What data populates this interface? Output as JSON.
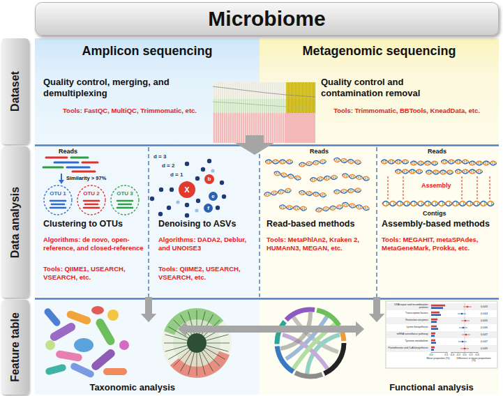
{
  "diagram": {
    "title": "Microbiome",
    "nodes": [
      {
        "text": [
          "Dataset"
        ]
      },
      {
        "text": [
          "Data analysis"
        ]
      },
      {
        "text": [
          "Feature table"
        ]
      },
      {
        "text": [
          "Amplicon sequencing",
          "Quality control, merging, and demultiplexing",
          "Tools: FastQC, MultiQC, Trimmomatic, etc."
        ]
      },
      {
        "text": [
          "Metagenomic sequencing",
          "Quality control and contamination removal",
          "Tools: Trimmomatic, BBTools, KneadData, etc."
        ]
      },
      {
        "text": [
          "Clustering to OTUs",
          "Algorithms: de novo, open-reference, and closed-reference",
          "Tools: QIIME1, USEARCH, VSEARCH, etc."
        ]
      },
      {
        "text": [
          "OTU 1"
        ],
        "in": 5
      },
      {
        "text": [
          "OTU 2"
        ],
        "in": 5
      },
      {
        "text": [
          "OTU 3"
        ],
        "in": 5
      },
      {
        "text": [
          "Denoising to ASVs",
          "Algorithms: DADA2, Deblur, and UNOISE3",
          "Tools: QIIME2, USEARCH, VSEARCH, etc."
        ]
      },
      {
        "text": [
          "X"
        ],
        "in": 9
      },
      {
        "text": [
          "b"
        ],
        "in": 9
      },
      {
        "text": [
          "e"
        ],
        "in": 9
      },
      {
        "text": [
          "f"
        ],
        "in": 9
      },
      {
        "text": [
          "Read-based methods",
          "Tools: MetaPhlAn2, Kraken 2, HUMAnN3, MEGAN, etc."
        ]
      },
      {
        "text": [
          "Assembly-based methods",
          "Tools: MEGAHIT, metaSPAdes, MetaGeneMark, Prokka, etc."
        ]
      },
      {
        "text": [
          "Taxonomic analysis"
        ]
      },
      {
        "text": [
          "Functional analysis"
        ]
      }
    ],
    "edges": [
      {
        "from": 5,
        "to": 16,
        "arrow": "to"
      },
      {
        "from": 9,
        "to": 16,
        "arrow": "to"
      },
      {
        "from": 14,
        "to": 17,
        "arrow": "to"
      },
      {
        "from": 15,
        "to": 17,
        "arrow": "to"
      },
      {
        "from": 16,
        "to": 17,
        "arrow": "both"
      }
    ],
    "labels": [
      "Reads",
      "Similarity > 97%",
      "d = 3",
      "d = 2",
      "d = 1",
      "Reads",
      "Reads",
      "Assembly",
      "Contigs",
      "DNA repair and recombination proteins",
      "Transcription factors",
      "Restriction enzymes",
      "Lysine biosynthesis",
      "mRNA surveillance pathway",
      "Tyrosine metabolism",
      "Pantothenate and CoA biosynthesis",
      "0.043",
      "0.044",
      "0.005",
      "0.046",
      "0.047",
      "0.047",
      "0.049",
      "0.0",
      "0.1",
      "-0.4",
      "-0.2",
      "0.0",
      "0.2",
      "0.4",
      "Mean proportion (%)",
      "Difference in mean proportions (%)"
    ]
  }
}
